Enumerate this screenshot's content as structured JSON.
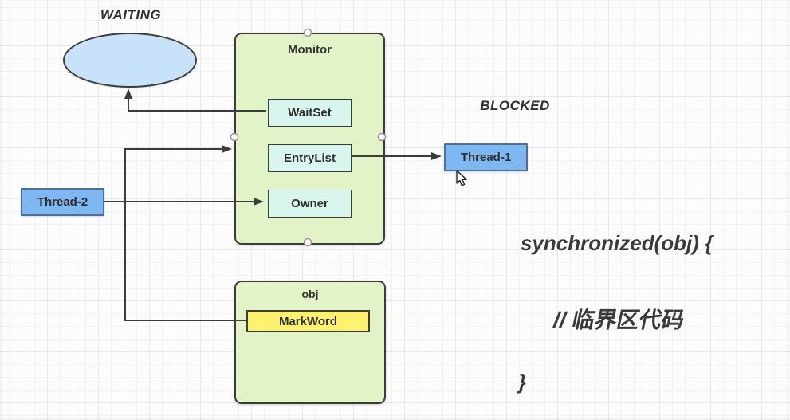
{
  "labels": {
    "waiting": "WAITING",
    "blocked": "BLOCKED"
  },
  "monitor": {
    "title": "Monitor",
    "fields": [
      {
        "label": "WaitSet"
      },
      {
        "label": "EntryList"
      },
      {
        "label": "Owner"
      }
    ]
  },
  "threads": {
    "thread1": "Thread-1",
    "thread2": "Thread-2"
  },
  "object_box": {
    "title": "obj",
    "field": "MarkWord"
  },
  "code": {
    "line1": "synchronized(obj) {",
    "line2": "// 临界区代码",
    "line3": "}"
  },
  "edges": [
    {
      "from": "WaitSet",
      "to": "waiting-ellipse",
      "arrow": "into-ellipse"
    },
    {
      "from": "MarkWord",
      "to": "Monitor",
      "arrow": "into-monitor-left"
    },
    {
      "from": "Thread-2",
      "to": "Owner",
      "arrow": "into-owner"
    },
    {
      "from": "EntryList",
      "to": "Thread-1",
      "arrow": "into-thread1"
    }
  ],
  "icons": {
    "cursor": "mouse-pointer-icon",
    "handles": "connection-point-handle"
  },
  "colors": {
    "green-fill": "#e3f3c8",
    "cyan-fill": "#d8f6ee",
    "yellow-fill": "#fcf26f",
    "blue-fill": "#7fb7f2",
    "blue-border": "#50708f",
    "ellipse-fill": "#c8e2fa",
    "line": "#3c3c3c",
    "text": "#333333"
  }
}
